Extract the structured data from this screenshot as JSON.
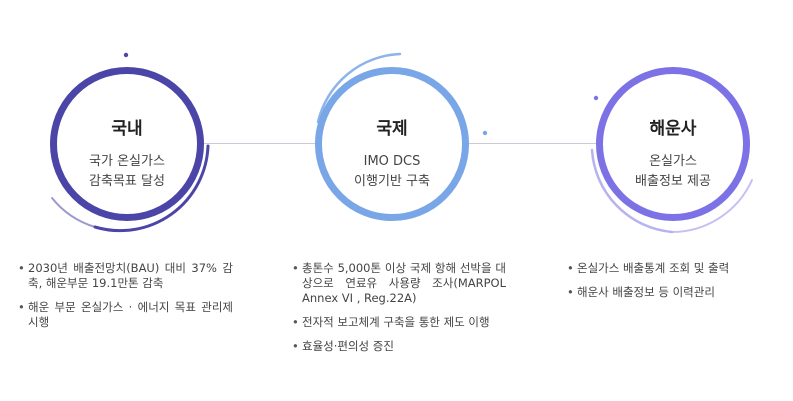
{
  "items": [
    {
      "title": "국내",
      "subtitle": [
        "국가 온실가스",
        "감축목표 달성"
      ],
      "bullets": [
        "2030년 배출전망치(BAU) 대비 37% 감축, 해운부문 19.1만톤 감축",
        "해운 부문 온실가스 · 에너지 목표 관리제 시행"
      ]
    },
    {
      "title": "국제",
      "subtitle": [
        "IMO DCS",
        "이행기반 구축"
      ],
      "bullets": [
        "총톤수 5,000톤 이상 국제 항해 선박을 대상으로 연료유 사용량 조사(MARPOL Annex VI , Reg.22A)",
        "전자적 보고체계 구축을 통한 제도 이행",
        "효율성·편의성 증진"
      ]
    },
    {
      "title": "해운사",
      "subtitle": [
        "온실가스",
        "배출정보 제공"
      ],
      "bullets": [
        "온실가스 배출통계 조회 및 출력",
        "해운사 배출정보 등 이력관리"
      ]
    }
  ],
  "colors": {
    "circle1": "#4b45a8",
    "circle2": "#79a6e6",
    "circle3": "#7c72e6",
    "connector": "#c9ccd6"
  }
}
